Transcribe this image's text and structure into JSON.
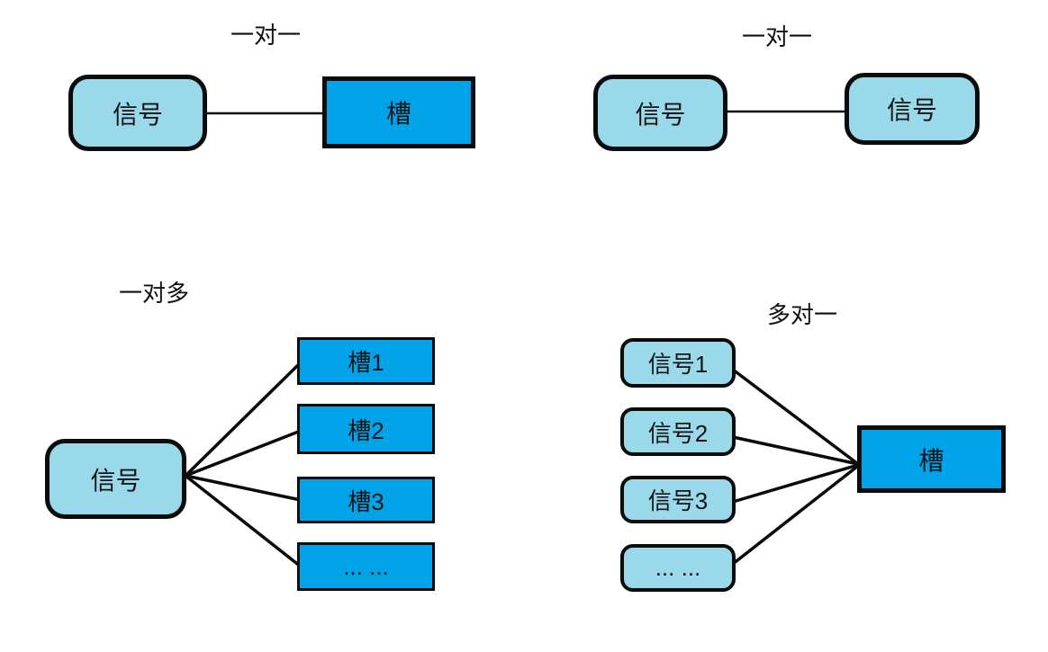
{
  "colors": {
    "signal_fill": "#99D9EA",
    "slot_fill": "#00A2E8",
    "line_color": "#0a0a0a",
    "background": "#ffffff"
  },
  "groups": {
    "one_to_one_slot": {
      "title": "一对一",
      "signal": "信号",
      "slot": "槽"
    },
    "one_to_one_signal": {
      "title": "一对一",
      "signal_left": "信号",
      "signal_right": "信号"
    },
    "one_to_many": {
      "title": "一对多",
      "signal": "信号",
      "slots": [
        "槽1",
        "槽2",
        "槽3",
        "... ..."
      ]
    },
    "many_to_one": {
      "title": "多对一",
      "signals": [
        "信号1",
        "信号2",
        "信号3",
        "... ..."
      ],
      "slot": "槽"
    }
  }
}
